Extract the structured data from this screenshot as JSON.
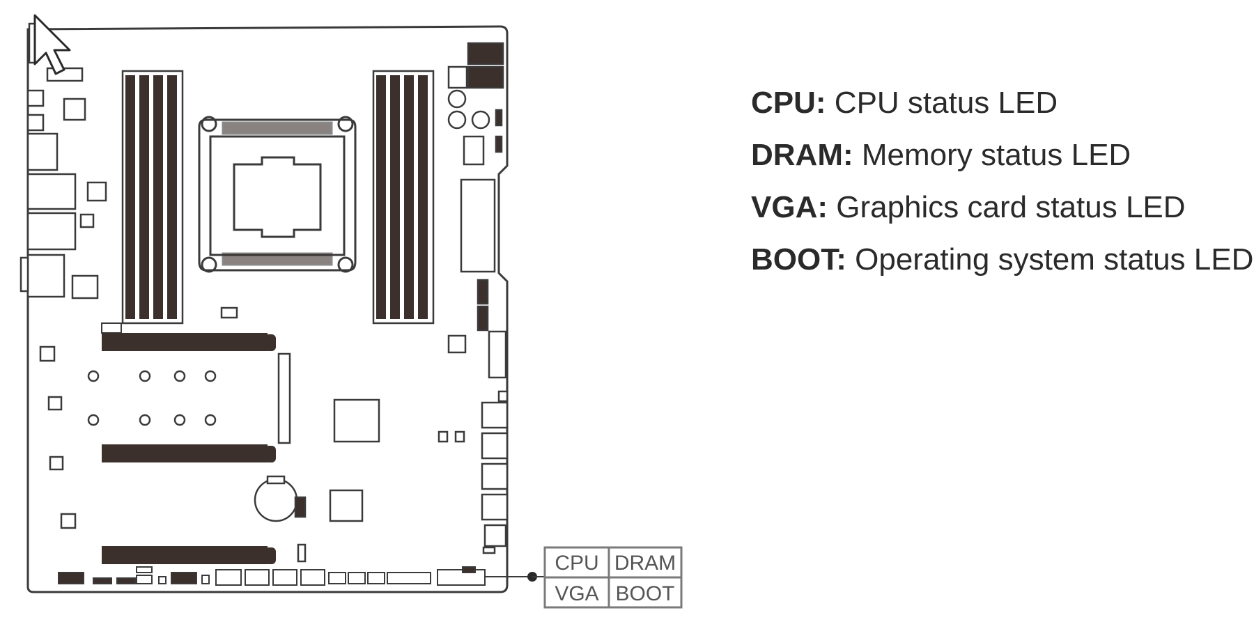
{
  "legend": {
    "items": [
      {
        "term": "CPU:",
        "desc": "CPU status LED"
      },
      {
        "term": "DRAM:",
        "desc": "Memory status LED"
      },
      {
        "term": "VGA:",
        "desc": "Graphics card status LED"
      },
      {
        "term": "BOOT:",
        "desc": "Operating system status LED"
      }
    ]
  },
  "led_panel": {
    "cpu": "CPU",
    "dram": "DRAM",
    "vga": "VGA",
    "boot": "BOOT"
  },
  "colors": {
    "ink": "#2a2a2a",
    "board_stroke": "#3a3a3a",
    "slot_fill": "#3b302c",
    "background": "#ffffff"
  }
}
